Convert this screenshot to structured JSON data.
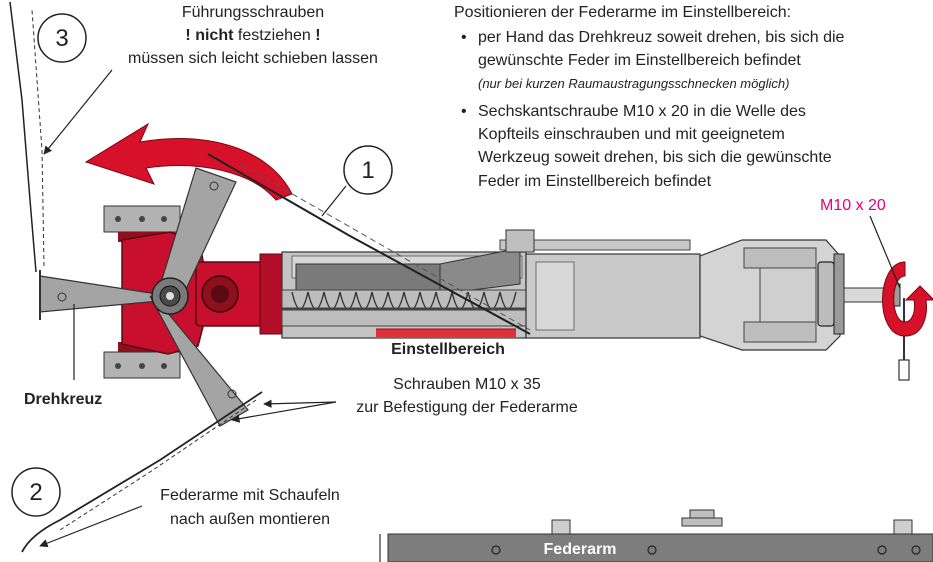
{
  "callouts": {
    "guide_screws": {
      "line1": "Führungsschrauben",
      "line2_a": "! ",
      "line2_b": "nicht",
      "line2_c": " festziehen ",
      "line2_d": "!",
      "line3": "müssen sich leicht schieben lassen"
    },
    "positioning": {
      "heading": "Positionieren der Federarme im Einstellbereich:",
      "bullet1_line1": "per Hand das Drehkreuz soweit drehen, bis sich die",
      "bullet1_line2": "gewünschte Feder im Einstellbereich befindet",
      "bullet1_note": "(nur bei kurzen Raumaustragungsschnecken möglich)",
      "bullet2_line1": "Sechskantschraube M10 x 20 in die Welle des",
      "bullet2_line2": "Kopfteils einschrauben und mit geeignetem",
      "bullet2_line3": "Werkzeug soweit drehen, bis sich die gewünschte",
      "bullet2_line4": "Feder im Einstellbereich befindet",
      "bullet_glyph": "•"
    },
    "bolt_label": "M10 x 20",
    "adjust_zone": "Einstellbereich",
    "turntable": "Drehkreuz",
    "screws": {
      "line1": "Schrauben M10 x 35",
      "line2": "zur Befestigung der Federarme"
    },
    "spring_arms": {
      "line1": "Federarme mit Schaufeln",
      "line2": "nach außen montieren"
    },
    "spring_arm_label": "Federarm"
  },
  "markers": [
    "1",
    "2",
    "3"
  ],
  "colors": {
    "steel": "#a4a4a4",
    "steel_dark": "#6e6e6e",
    "red": "#c8102e",
    "red_dark": "#8e0f1e",
    "magenta": "#e6007e",
    "band": "#7d7d7d"
  }
}
